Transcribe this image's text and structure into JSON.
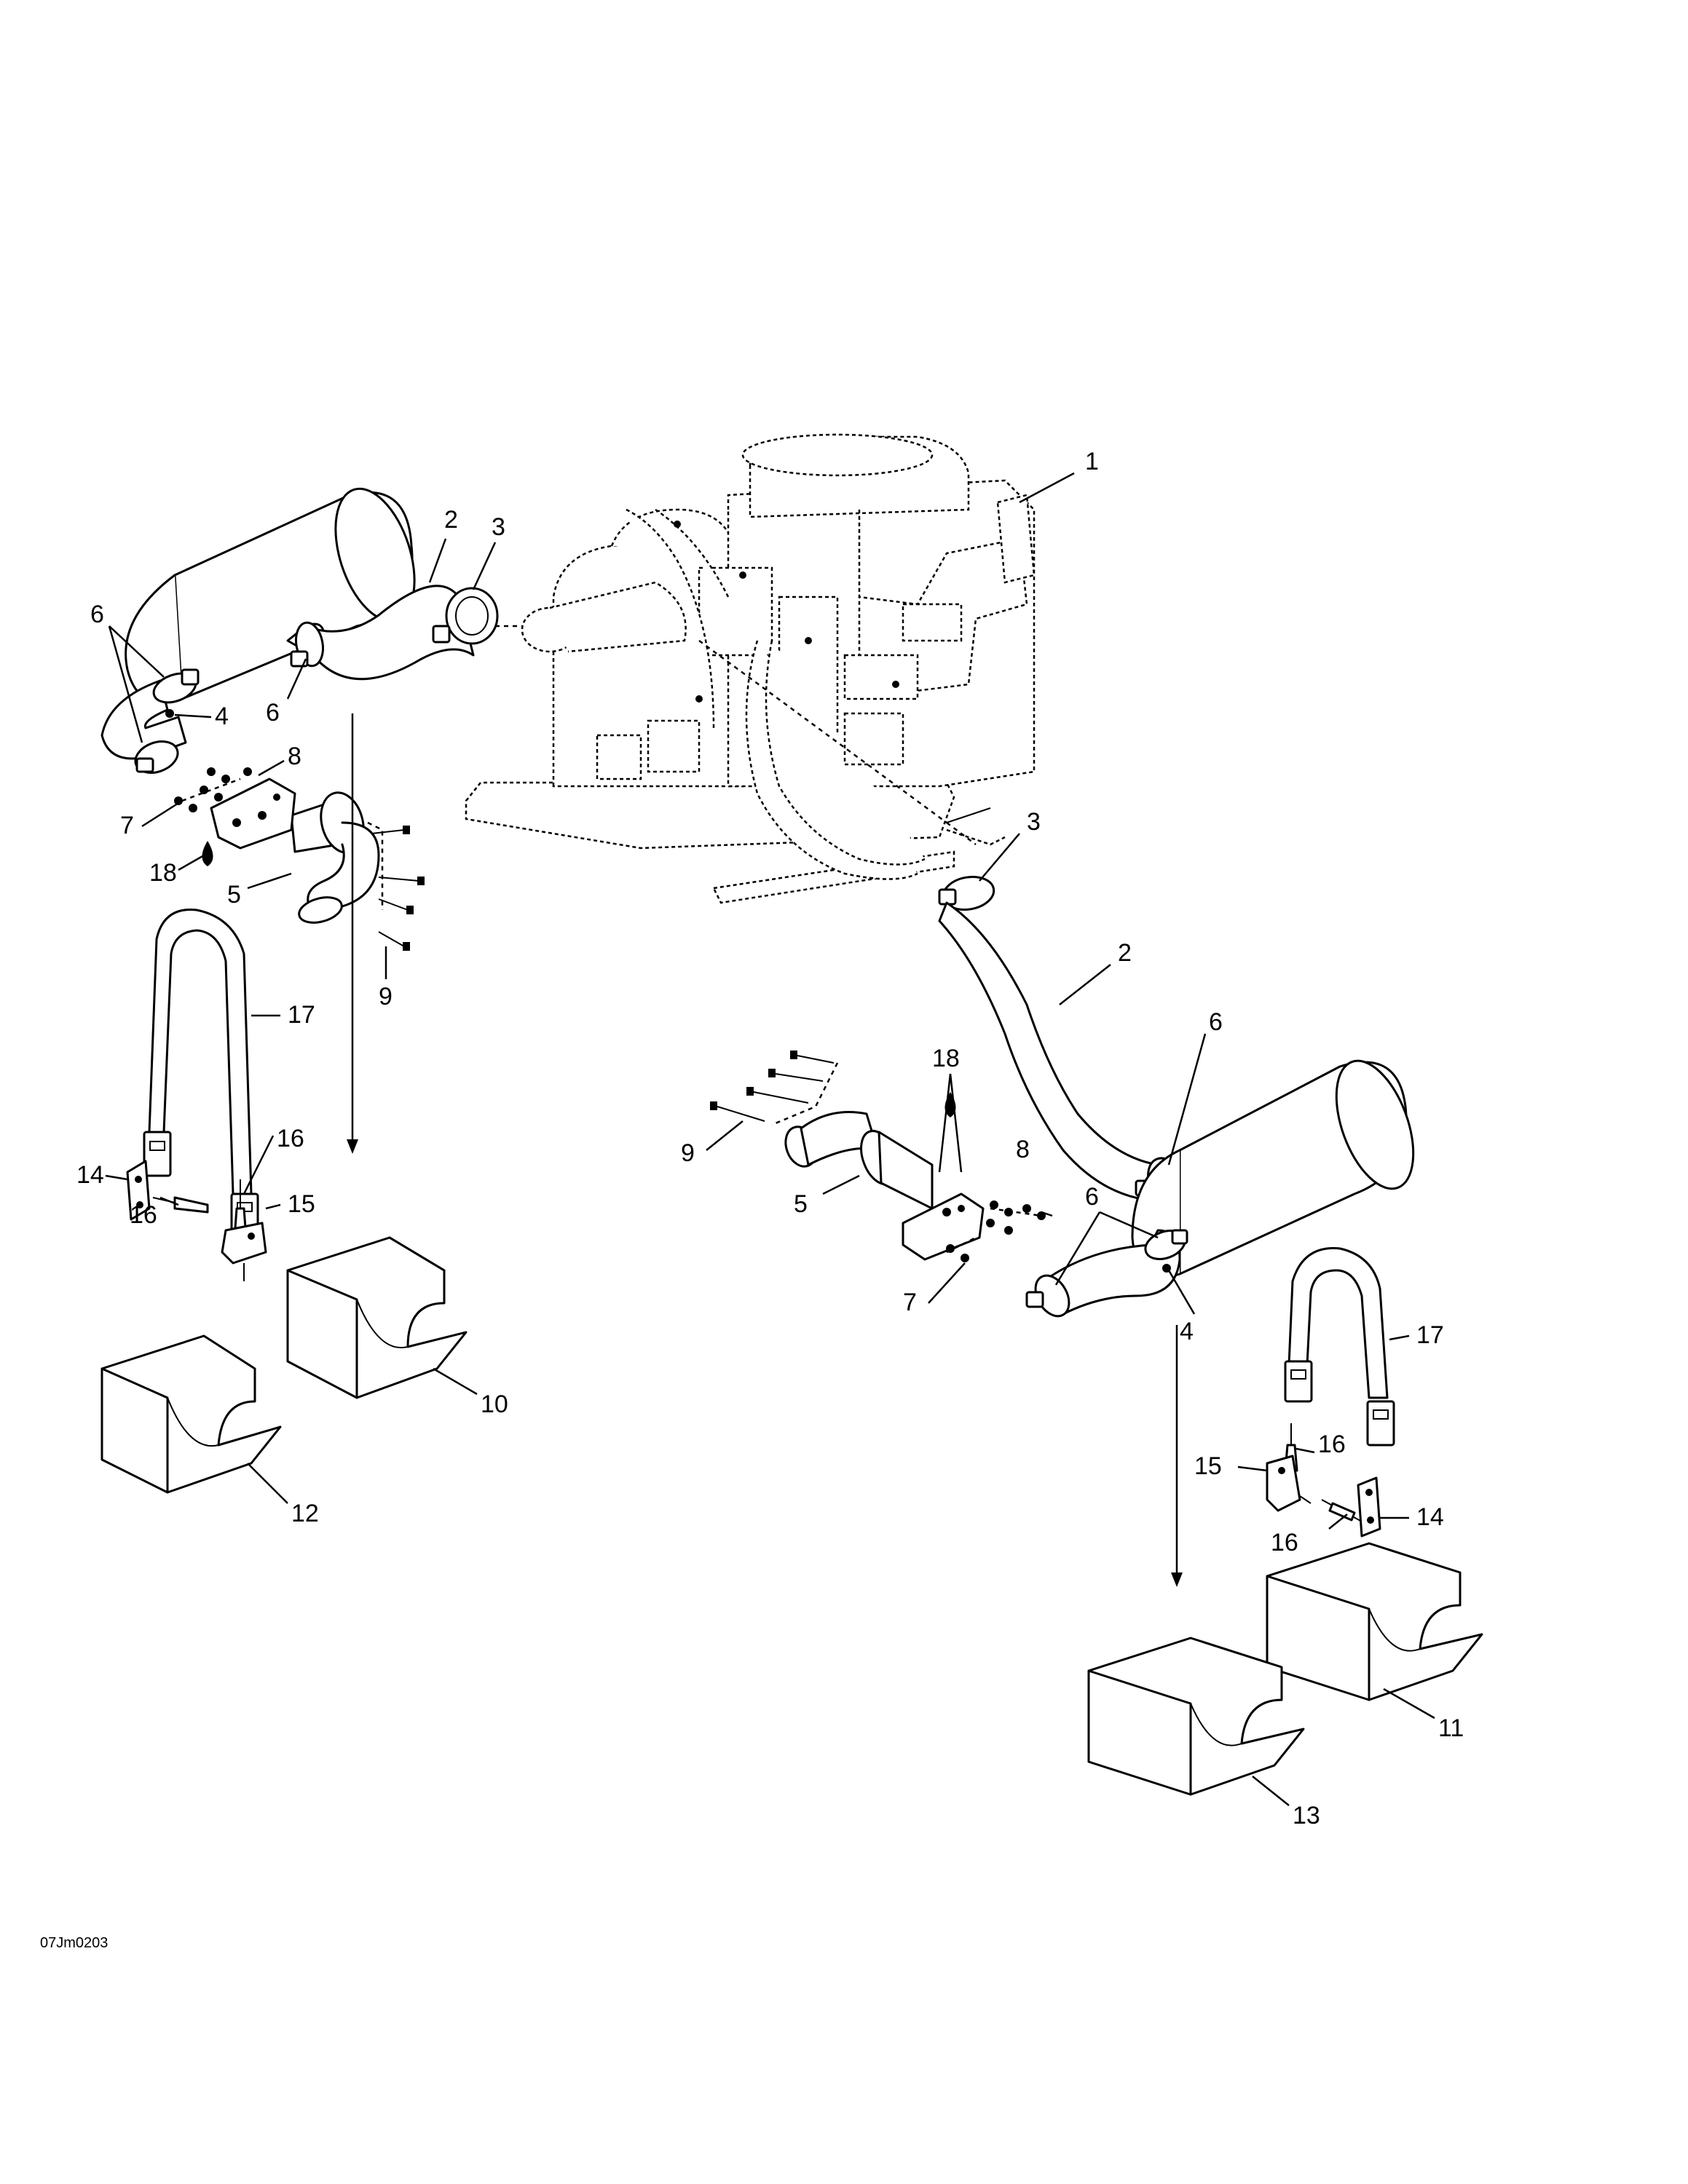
{
  "drawing_ref": "07Jm0203",
  "callouts": {
    "c1": "1",
    "c2a": "2",
    "c2b": "2",
    "c3a": "3",
    "c3b": "3",
    "c4a": "4",
    "c4b": "4",
    "c5a": "5",
    "c5b": "5",
    "c6a": "6",
    "c6b": "6",
    "c6c": "6",
    "c6d": "6",
    "c7a": "7",
    "c7b": "7",
    "c8a": "8",
    "c8b": "8",
    "c9a": "9",
    "c9b": "9",
    "c10": "10",
    "c11": "11",
    "c12": "12",
    "c13": "13",
    "c14a": "14",
    "c14b": "14",
    "c15a": "15",
    "c15b": "15",
    "c16a": "16",
    "c16b": "16",
    "c16c": "16",
    "c16d": "16",
    "c17a": "17",
    "c17b": "17",
    "c18a": "18",
    "c18b": "18"
  }
}
